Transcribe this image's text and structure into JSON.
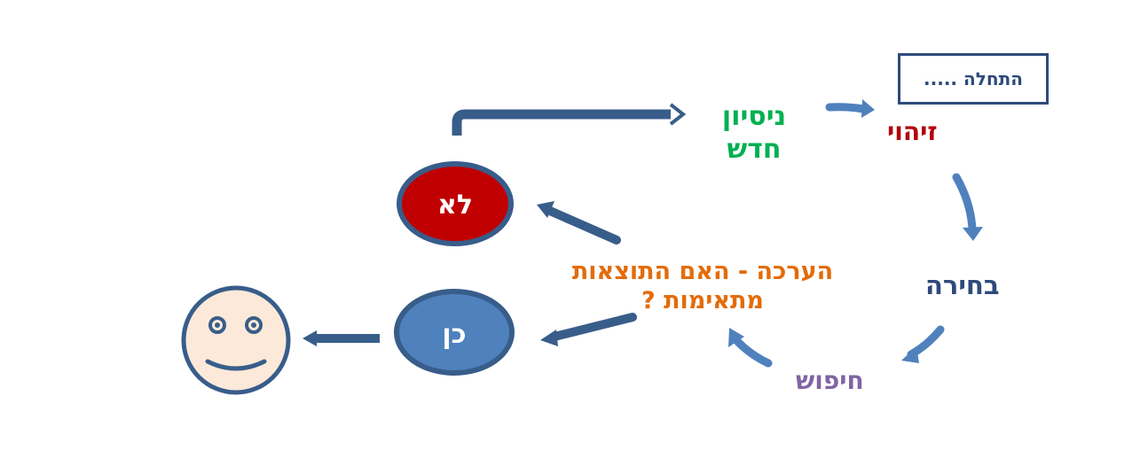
{
  "start_label": "התחלה .....",
  "identify_label": "זיהוי",
  "choice_label": "בחירה",
  "search_label": "חיפוש",
  "evaluate_label": "הערכה - האם התוצאות מתאימות ?",
  "new_attempt_label": "ניסיון חדש",
  "no_label": "לא",
  "yes_label": "כן",
  "smiley_icon": "smiley-face-icon",
  "colors": {
    "start_text": "#2e4a7a",
    "identify_text": "#b3000b",
    "choice_text": "#2e4a7a",
    "search_text": "#8064a2",
    "evaluate_text": "#e36c09",
    "new_attempt_text": "#00b050",
    "no_fill": "#c00000",
    "yes_fill": "#4f81bd",
    "node_border": "#385d8a",
    "arrow_dark": "#385d8a",
    "arrow_light": "#4f81bd",
    "smiley_fill": "#fde9d9"
  }
}
